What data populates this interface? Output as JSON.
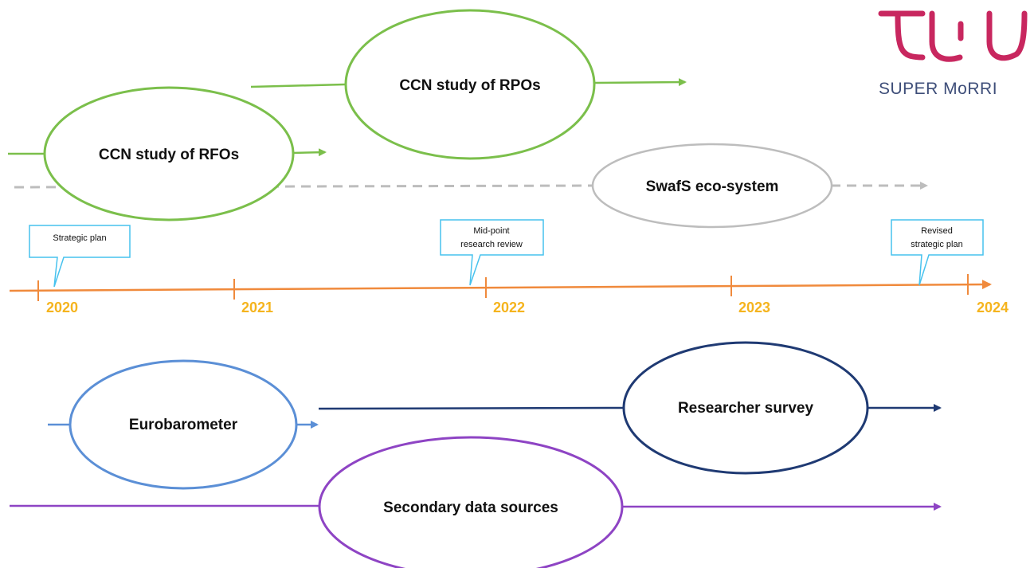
{
  "logo": {
    "text": "SUPER MoRRI",
    "mark_color": "#C8275F",
    "text_color": "#3E4E79"
  },
  "timeline": {
    "color": "#F08A3C",
    "year_color": "#F5B41E",
    "years": [
      "2020",
      "2021",
      "2022",
      "2023",
      "2024"
    ]
  },
  "callouts": {
    "strategic_plan": [
      "Strategic plan"
    ],
    "midpoint_review": [
      "Mid-point",
      "research review"
    ],
    "revised_plan": [
      "Revised",
      "strategic plan"
    ],
    "border_color": "#47C2EE"
  },
  "activities": {
    "ccn_rpos": {
      "label": "CCN study of RPOs",
      "color": "#7BBF4B"
    },
    "ccn_rfos": {
      "label": "CCN study of RFOs",
      "color": "#7BBF4B"
    },
    "swafs": {
      "label": "SwafS eco-system",
      "color": "#BDBDBD"
    },
    "eurobarometer": {
      "label": "Eurobarometer",
      "color": "#5B8FD6"
    },
    "researcher_survey": {
      "label": "Researcher survey",
      "color": "#1F3A73"
    },
    "secondary_data": {
      "label": "Secondary data sources",
      "color": "#8E44C4"
    }
  }
}
